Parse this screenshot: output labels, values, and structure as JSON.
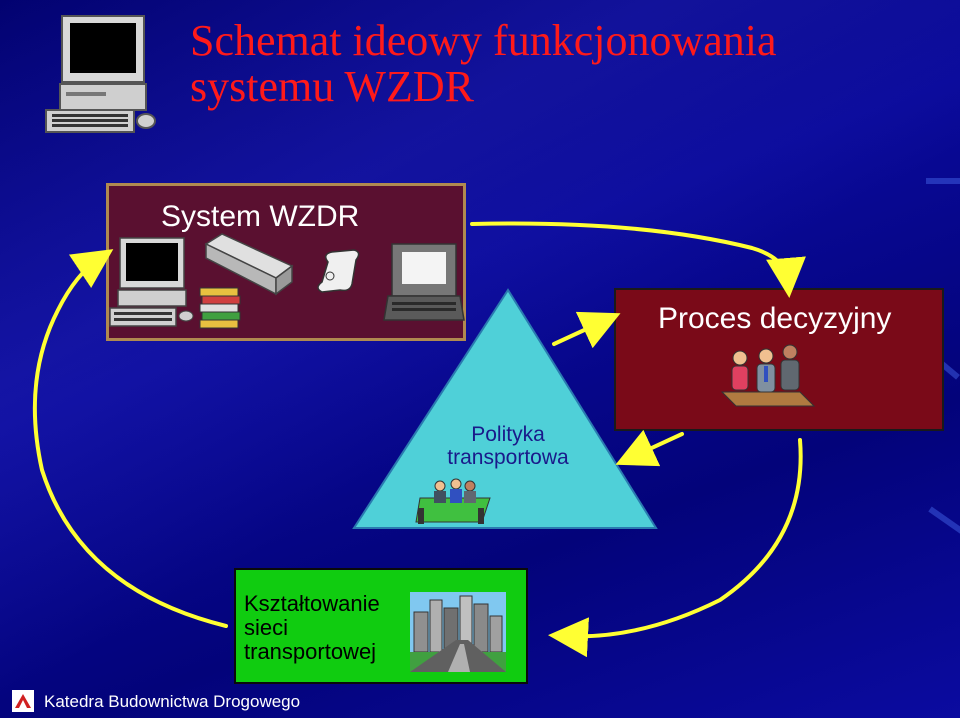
{
  "title": {
    "line1": "Schemat ideowy funkcjonowania",
    "line2": "systemu WZDR"
  },
  "nodes": {
    "system": "System WZDR",
    "process": "Proces decyzyjny",
    "policy": "Polityka\ntransportowa",
    "network": "Kształtowanie\nsieci\ntransportowej"
  },
  "footer": "Katedra Budownictwa Drogowego",
  "colors": {
    "background": "#05058a",
    "title": "#ff1a1a",
    "system_box": "#5a1030",
    "process_box": "#7a0a18",
    "policy_triangle": "#4fd0d8",
    "network_box": "#10cc10",
    "arrows": "#ffff33"
  },
  "icons": [
    "desktop-computer-icon",
    "scanner-icon",
    "document-stack-icon",
    "scroll-icon",
    "laptop-icon",
    "meeting-people-icon",
    "city-icon"
  ]
}
